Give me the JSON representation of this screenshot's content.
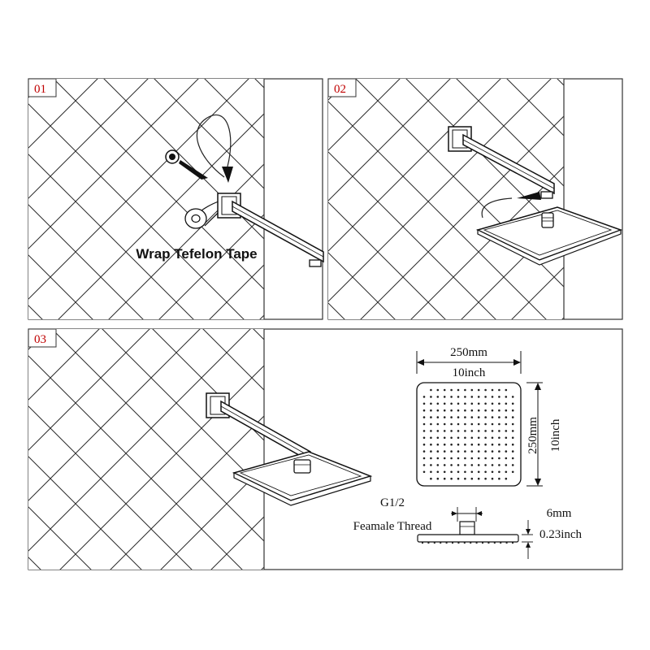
{
  "panels": [
    {
      "step": "01",
      "caption": "Wrap Tefelon Tape"
    },
    {
      "step": "02"
    },
    {
      "step": "03"
    }
  ],
  "specs": {
    "width_mm": "250mm",
    "width_in": "10inch",
    "height_mm": "250mm",
    "height_in": "10inch",
    "thread_size": "G1/2",
    "thread_type": "Feamale Thread",
    "thickness_mm": "6mm",
    "thickness_in": "0.23inch"
  }
}
